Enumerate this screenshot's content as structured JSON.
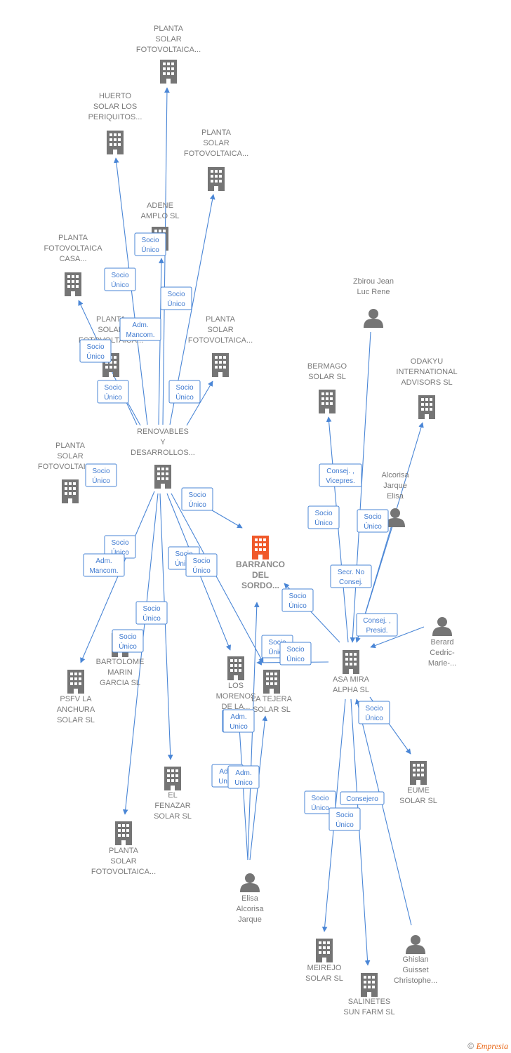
{
  "nodes": [
    {
      "id": "n_ps1",
      "type": "company",
      "label": [
        "PLANTA",
        "SOLAR",
        "FOTOVOLTAICA..."
      ]
    },
    {
      "id": "n_huerto",
      "type": "company",
      "label": [
        "HUERTO",
        "SOLAR LOS",
        "PERIQUITOS..."
      ]
    },
    {
      "id": "n_ps2",
      "type": "company",
      "label": [
        "PLANTA",
        "SOLAR",
        "FOTOVOLTAICA..."
      ]
    },
    {
      "id": "n_adene",
      "type": "company",
      "label": [
        "ADENE",
        "AMPLO SL"
      ]
    },
    {
      "id": "n_pfc",
      "type": "company",
      "label": [
        "PLANTA",
        "FOTOVOLTAICA",
        "CASA..."
      ]
    },
    {
      "id": "n_ps3",
      "type": "company",
      "label": [
        "PLANTA",
        "SOLAR",
        "FOTOVOLTAICA..."
      ]
    },
    {
      "id": "n_ps4",
      "type": "company",
      "label": [
        "PLANTA",
        "SOLAR",
        "FOTOVOLTAICA..."
      ]
    },
    {
      "id": "n_zbirou",
      "type": "person",
      "label": [
        "Zbirou Jean",
        "Luc Rene"
      ]
    },
    {
      "id": "n_bermago",
      "type": "company",
      "label": [
        "BERMAGO",
        "SOLAR  SL"
      ]
    },
    {
      "id": "n_odakyu",
      "type": "company",
      "label": [
        "ODAKYU",
        "INTERNATIONAL",
        "ADVISORS  SL"
      ]
    },
    {
      "id": "n_renov",
      "type": "company",
      "label": [
        "RENOVABLES",
        "Y",
        "DESARROLLOS..."
      ]
    },
    {
      "id": "n_ps5",
      "type": "company",
      "label": [
        "PLANTA",
        "SOLAR",
        "FOTOVOLTAICA..."
      ]
    },
    {
      "id": "n_alcorisa2",
      "type": "person",
      "label": [
        "Alcorisa",
        "Jarque",
        "Elisa"
      ]
    },
    {
      "id": "n_barranco",
      "type": "focus",
      "label": [
        "BARRANCO",
        "DEL",
        "SORDO..."
      ]
    },
    {
      "id": "n_berard",
      "type": "person",
      "label": [
        "Berard",
        "Cedric-",
        "Marie-..."
      ]
    },
    {
      "id": "n_asamira",
      "type": "company",
      "label": [
        "ASA MIRA",
        "ALPHA  SL"
      ]
    },
    {
      "id": "n_bartolome",
      "type": "company",
      "label": [
        "BARTOLOME",
        "MARIN",
        "GARCIA  SL"
      ]
    },
    {
      "id": "n_psfv",
      "type": "company",
      "label": [
        "PSFV LA",
        "ANCHURA",
        "SOLAR  SL"
      ]
    },
    {
      "id": "n_morenos",
      "type": "company",
      "label": [
        "LOS",
        "MORENOS",
        "DE LA..."
      ]
    },
    {
      "id": "n_tejera",
      "type": "company",
      "label": [
        "LA TEJERA",
        "SOLAR  SL"
      ]
    },
    {
      "id": "n_eume",
      "type": "company",
      "label": [
        "EUME",
        "SOLAR  SL"
      ]
    },
    {
      "id": "n_fenazar",
      "type": "company",
      "label": [
        "EL",
        "FENAZAR",
        "SOLAR  SL"
      ]
    },
    {
      "id": "n_ps6",
      "type": "company",
      "label": [
        "PLANTA",
        "SOLAR",
        "FOTOVOLTAICA..."
      ]
    },
    {
      "id": "n_elisa",
      "type": "person",
      "label": [
        "Elisa",
        "Alcorisa",
        "Jarque"
      ]
    },
    {
      "id": "n_ghislan",
      "type": "person",
      "label": [
        "Ghislan",
        "Guisset",
        "Christophe..."
      ]
    },
    {
      "id": "n_meirejo",
      "type": "company",
      "label": [
        "MEIREJO",
        "SOLAR  SL"
      ]
    },
    {
      "id": "n_salinetes",
      "type": "company",
      "label": [
        "SALINETES",
        "SUN FARM  SL"
      ]
    }
  ],
  "relations": [
    {
      "id": "r1",
      "lines": [
        "Socio",
        "Único"
      ]
    },
    {
      "id": "r2",
      "lines": [
        "Socio",
        "Único"
      ]
    },
    {
      "id": "r3",
      "lines": [
        "Socio",
        "Único"
      ]
    },
    {
      "id": "r4",
      "lines": [
        "Adm.",
        "Mancom."
      ]
    },
    {
      "id": "r5",
      "lines": [
        "Socio",
        "Único"
      ]
    },
    {
      "id": "r6",
      "lines": [
        "Socio",
        "Único"
      ]
    },
    {
      "id": "r7",
      "lines": [
        "Socio",
        "Único"
      ]
    },
    {
      "id": "r8",
      "lines": [
        "Socio",
        "Único"
      ]
    },
    {
      "id": "r9",
      "lines": [
        "Socio",
        "Único"
      ]
    },
    {
      "id": "r10",
      "lines": [
        "Socio",
        "Único"
      ]
    },
    {
      "id": "r11",
      "lines": [
        "Adm.",
        "Mancom."
      ]
    },
    {
      "id": "r12",
      "lines": [
        "Socio",
        "Único"
      ]
    },
    {
      "id": "r13",
      "lines": [
        "Socio",
        "Único"
      ]
    },
    {
      "id": "r14",
      "lines": [
        "Socio",
        "Único"
      ]
    },
    {
      "id": "r15",
      "lines": [
        "Socio",
        "Único"
      ]
    },
    {
      "id": "r16",
      "lines": [
        "Socio",
        "Único"
      ]
    },
    {
      "id": "r17",
      "lines": [
        "Consej. ,",
        "Vicepres."
      ]
    },
    {
      "id": "r18",
      "lines": [
        "Socio",
        "Único"
      ]
    },
    {
      "id": "r19",
      "lines": [
        "Socio",
        "Único"
      ]
    },
    {
      "id": "r20",
      "lines": [
        "Secr.  No",
        "Consej."
      ]
    },
    {
      "id": "r21",
      "lines": [
        "Socio",
        "Único"
      ]
    },
    {
      "id": "r22",
      "lines": [
        "Consej. ,",
        "Presid."
      ]
    },
    {
      "id": "r23",
      "lines": [
        "Socio",
        "Único"
      ]
    },
    {
      "id": "r24",
      "lines": [
        "Socio",
        "Único"
      ]
    },
    {
      "id": "r25",
      "lines": [
        "Socio",
        "Único"
      ]
    },
    {
      "id": "r26",
      "lines": [
        "Adm.",
        "Unico"
      ]
    },
    {
      "id": "r27",
      "lines": [
        "Adm.",
        "Unico"
      ]
    },
    {
      "id": "r28",
      "lines": [
        "Adm.",
        "Unico"
      ]
    },
    {
      "id": "r29",
      "lines": [
        "Socio",
        "Único"
      ]
    },
    {
      "id": "r30",
      "lines": [
        "Socio",
        "Único"
      ]
    },
    {
      "id": "r31",
      "lines": [
        "Consejero"
      ]
    }
  ],
  "footer": {
    "copyright": "©",
    "brand": "Empresia"
  },
  "colors": {
    "edge": "#4a86d6",
    "node": "#757575",
    "focus": "#f0592a"
  }
}
